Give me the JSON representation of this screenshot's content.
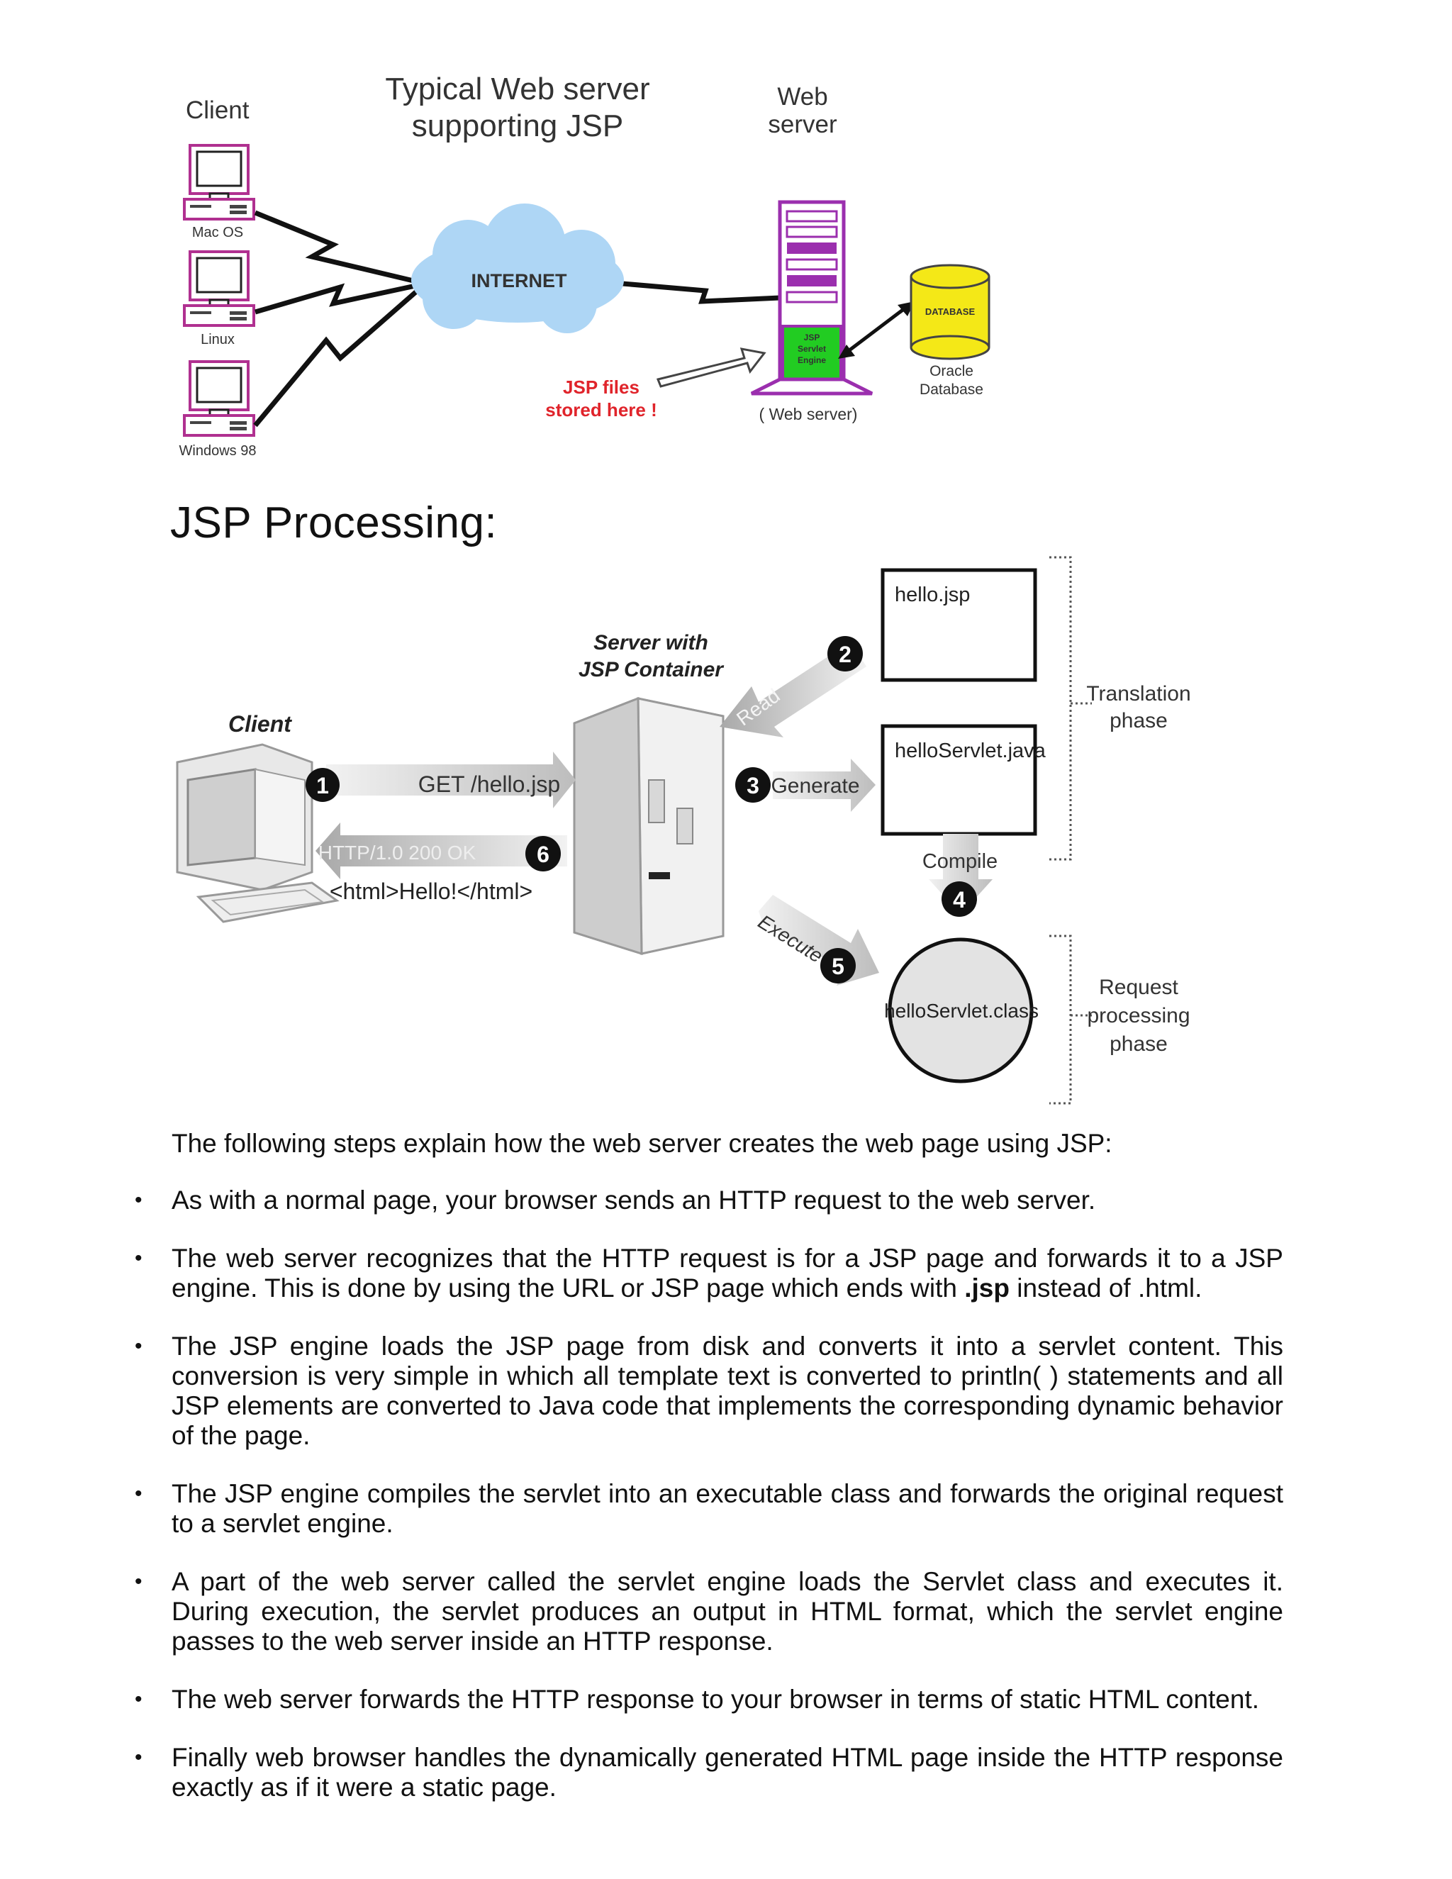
{
  "figure1": {
    "client_label": "Client",
    "title_line1": "Typical Web server",
    "title_line2": "supporting JSP",
    "web_server_line1": "Web",
    "web_server_line2": "server",
    "clients": [
      "Mac OS",
      "Linux",
      "Windows 98"
    ],
    "internet_label": "INTERNET",
    "jsp_files_line1": "JSP files",
    "jsp_files_line2": "stored here !",
    "engine_line1": "JSP",
    "engine_line2": "Servlet",
    "engine_line3": "Engine",
    "database_label": "DATABASE",
    "oracle_line1": "Oracle",
    "oracle_line2": "Database",
    "web_server_caption": "( Web server)"
  },
  "heading": "JSP Processing:",
  "figure2": {
    "client_label": "Client",
    "server_line1": "Server with",
    "server_line2": "JSP Container",
    "hello_jsp": "hello.jsp",
    "hello_servlet_java": "helloServlet.java",
    "hello_servlet_class": "helloServlet.class",
    "get_request": "GET /hello.jsp",
    "http_response": "HTTP/1.0 200 OK",
    "html_hello": "<html>Hello!</html>",
    "read": "Read",
    "generate": "Generate",
    "compile": "Compile",
    "execute": "Execute",
    "step_numbers": [
      "1",
      "2",
      "3",
      "4",
      "5",
      "6"
    ],
    "translation_line1": "Translation",
    "translation_line2": "phase",
    "request_line1": "Request",
    "request_line2": "processing",
    "request_line3": "phase"
  },
  "intro": "The following steps explain how the web server creates the web page using JSP:",
  "steps": {
    "s1": "As with a normal page, your browser sends an HTTP request to the web server.",
    "s2_a": "The web server recognizes that the HTTP request is for a JSP page and forwards it to a JSP engine. This is done by using the URL or JSP page which ends with ",
    "s2_bold": ".jsp",
    "s2_b": " instead of .html.",
    "s3": "The JSP engine loads the JSP page from disk and converts it into a servlet content. This conversion is very simple in which all template text is converted to println( ) statements and all JSP elements are converted to Java code that implements the corresponding dynamic behavior of the page.",
    "s4": "The JSP engine compiles the servlet into an executable class and forwards the original request to a servlet engine.",
    "s5": "A part of the web server called the servlet engine loads the Servlet class and executes it. During execution, the servlet produces an output in HTML format, which the servlet engine passes to the web server inside an HTTP response.",
    "s6": "The web server forwards the HTTP response to your browser in terms of static HTML content.",
    "s7": "Finally web browser handles the dynamically generated HTML page inside the HTTP response exactly as if it were a static page."
  },
  "bullet_char": "•",
  "colors": {
    "cloud": "#aed6f5",
    "server_purple": "#9b2fae",
    "engine_green": "#22cc22",
    "database_yellow": "#f4e817",
    "red_text": "#e0242b",
    "gray_arrow": "#cfcfcf"
  }
}
